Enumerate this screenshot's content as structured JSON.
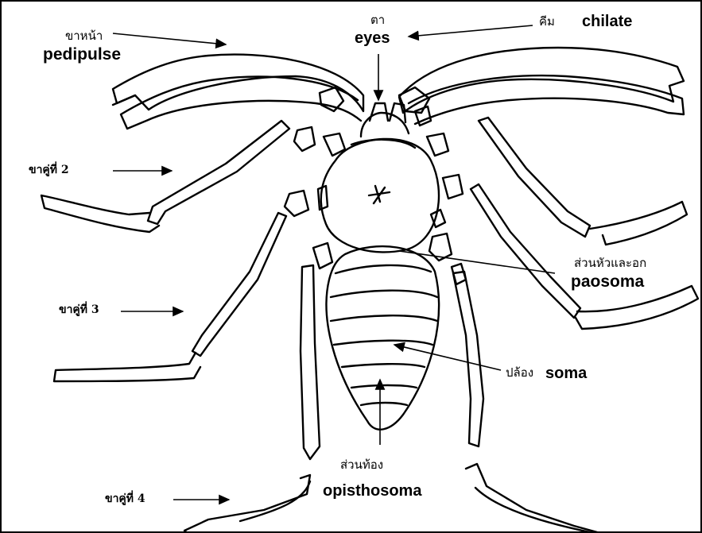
{
  "labels": {
    "pedipalp_th": "ขาหน้า",
    "pedipalp_en": "pedipulse",
    "eyes_th": "ตา",
    "eyes_en": "eyes",
    "chelicera_th": "คีม",
    "chelicera_en": "chilate",
    "leg2_th": "ขาคู่ที่ 2",
    "leg3_th": "ขาคู่ที่ 3",
    "leg4_th": "ขาคู่ที่ 4",
    "prosoma_th": "ส่วนหัวและอก",
    "prosoma_en": "paosoma",
    "segment_th": "ปล้อง",
    "segment_en": "soma",
    "abdomen_th": "ส่วนท้อง",
    "abdomen_en": "opisthosoma"
  },
  "colors": {
    "line": "#000000",
    "background": "#ffffff"
  }
}
